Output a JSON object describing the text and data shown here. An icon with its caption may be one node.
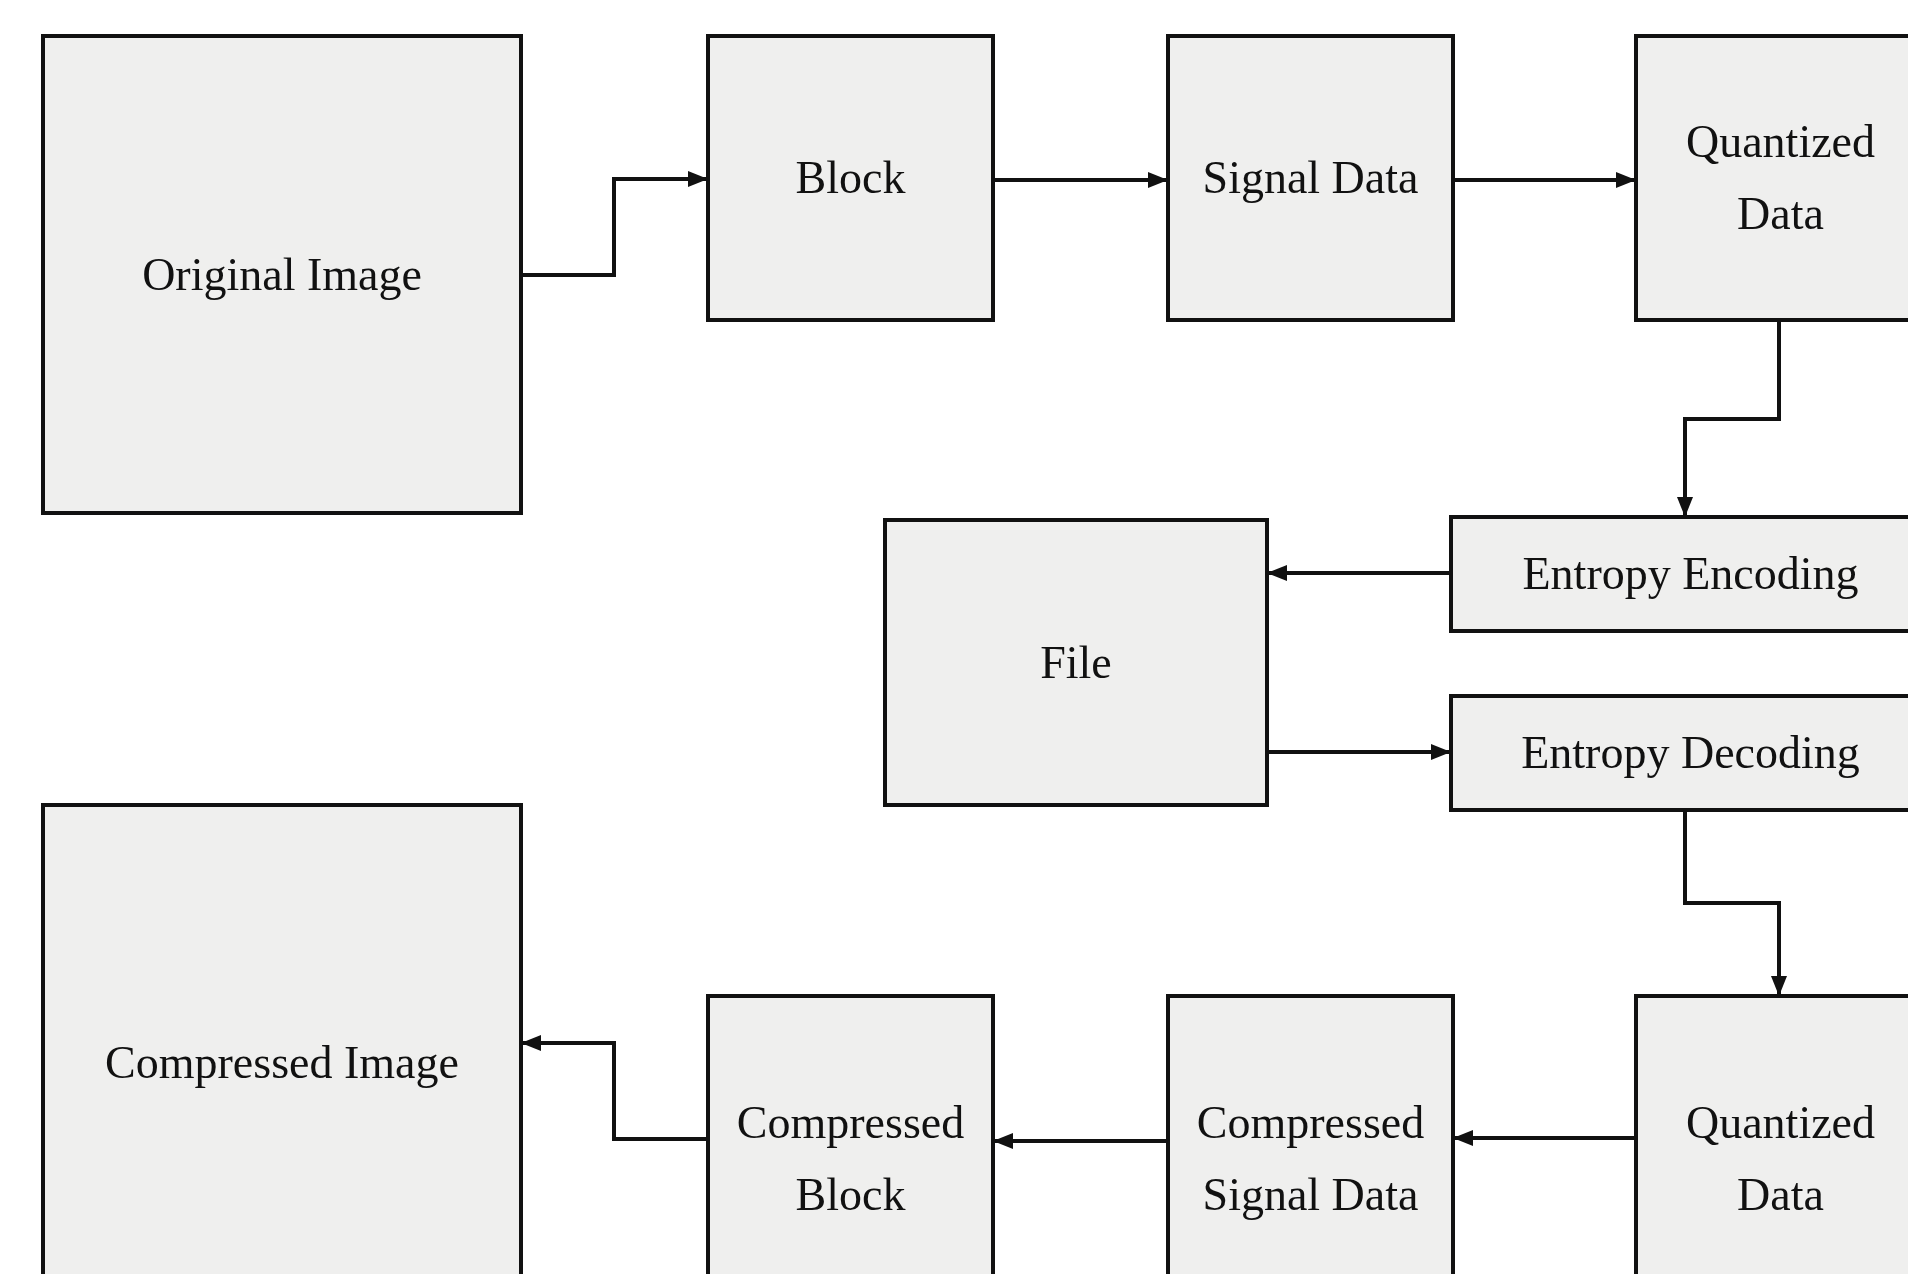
{
  "diagram": {
    "nodes": [
      {
        "text": [
          "Original Image"
        ]
      },
      {
        "text": [
          "Block"
        ]
      },
      {
        "text": [
          "Signal Data"
        ]
      },
      {
        "text": [
          "Quantized Data"
        ]
      },
      {
        "text": [
          "Entropy Encoding"
        ]
      },
      {
        "text": [
          "File"
        ]
      },
      {
        "text": [
          "Entropy Decoding"
        ]
      },
      {
        "text": [
          "Compressed Image"
        ]
      },
      {
        "text": [
          "Compressed Block"
        ]
      },
      {
        "text": [
          "Compressed Signal Data"
        ]
      },
      {
        "text": [
          "Quantized Data"
        ]
      }
    ],
    "edges": [
      {
        "from": 0,
        "to": 1,
        "arrow": "to"
      },
      {
        "from": 1,
        "to": 2,
        "arrow": "to"
      },
      {
        "from": 2,
        "to": 3,
        "arrow": "to"
      },
      {
        "from": 3,
        "to": 4,
        "arrow": "to"
      },
      {
        "from": 4,
        "to": 5,
        "arrow": "to"
      },
      {
        "from": 5,
        "to": 6,
        "arrow": "to"
      },
      {
        "from": 6,
        "to": 10,
        "arrow": "to"
      },
      {
        "from": 10,
        "to": 9,
        "arrow": "to"
      },
      {
        "from": 9,
        "to": 8,
        "arrow": "to"
      },
      {
        "from": 8,
        "to": 7,
        "arrow": "to"
      }
    ]
  }
}
